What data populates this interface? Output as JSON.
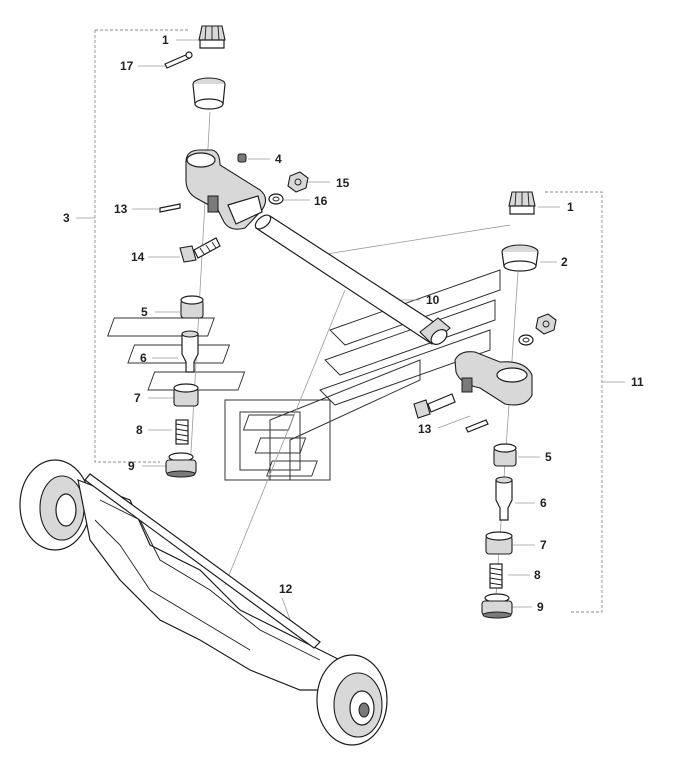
{
  "diagram": {
    "labels": {
      "l1_top": "1",
      "l17": "17",
      "l3": "3",
      "l4": "4",
      "l15": "15",
      "l16": "16",
      "l13_left": "13",
      "l14": "14",
      "l10": "10",
      "l5_left": "5",
      "l6_left": "6",
      "l7_left": "7",
      "l8_left": "8",
      "l9_left": "9",
      "l1_right": "1",
      "l2": "2",
      "l11": "11",
      "l13_right": "13",
      "l5_right": "5",
      "l6_right": "6",
      "l7_right": "7",
      "l8_right": "8",
      "l9_right": "9",
      "l12": "12"
    }
  }
}
